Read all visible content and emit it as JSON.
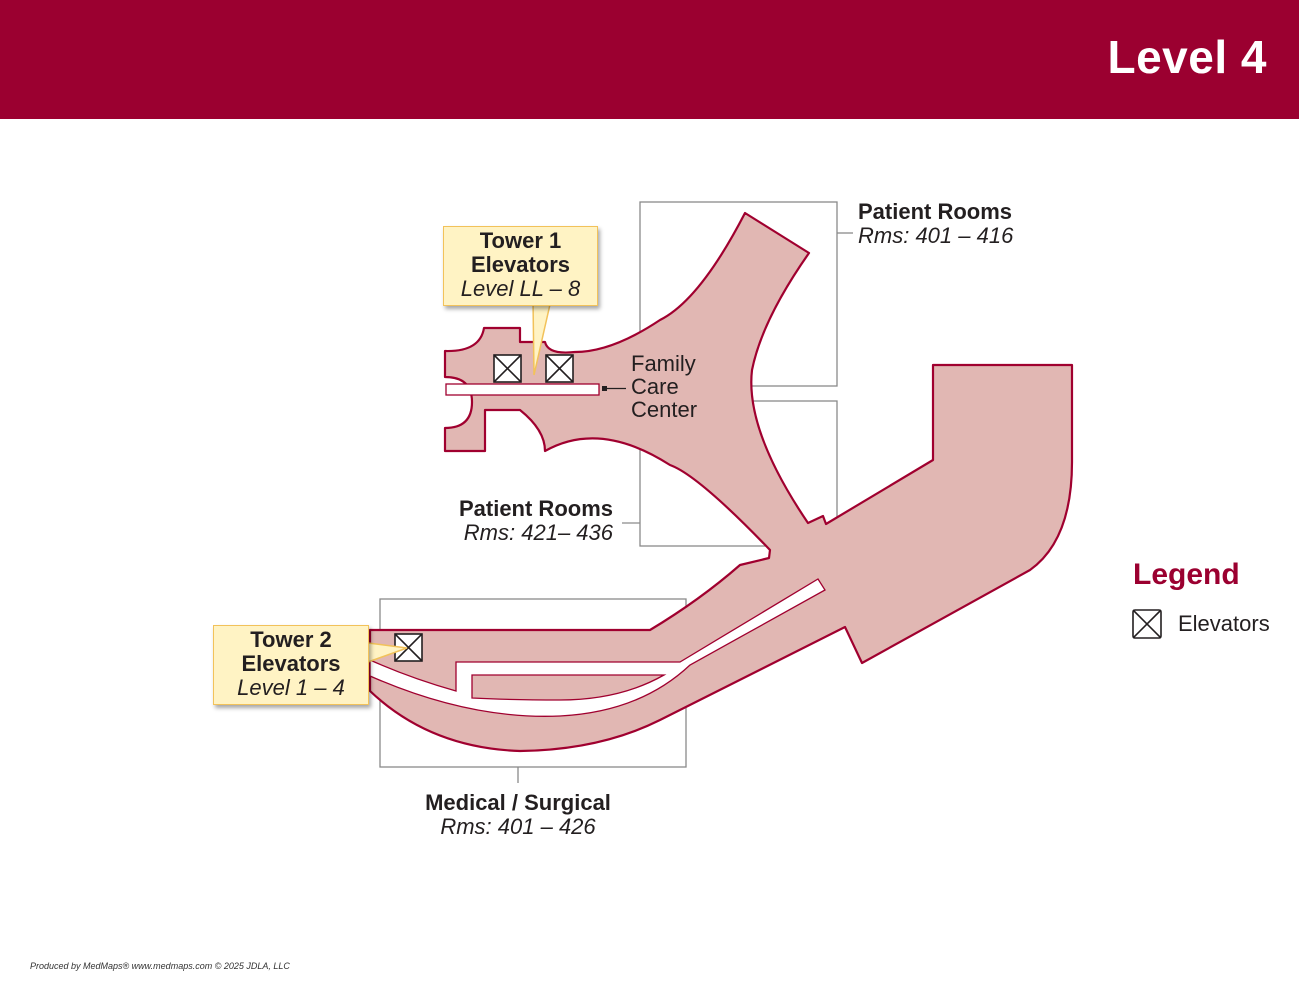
{
  "header": {
    "title": "Level 4",
    "background": "#9b0030"
  },
  "colors": {
    "floor_fill": "#e1b7b3",
    "floor_stroke": "#a0002f",
    "outline": "#8a8a8a",
    "callout_fill": "#fff3c4"
  },
  "labels": {
    "patient_rooms_north": {
      "name": "Patient Rooms",
      "rooms": "Rms: 401 – 416"
    },
    "patient_rooms_south": {
      "name": "Patient Rooms",
      "rooms": "Rms:  421– 436"
    },
    "family_care": {
      "line1": "Family",
      "line2": "Care",
      "line3": "Center"
    },
    "medical_surgical": {
      "name": "Medical / Surgical",
      "rooms": "Rms: 401 – 426"
    }
  },
  "callouts": {
    "tower1": {
      "line1": "Tower 1",
      "line2": "Elevators",
      "line3": "Level LL – 8"
    },
    "tower2": {
      "line1": "Tower 2",
      "line2": "Elevators",
      "line3": "Level 1 – 4"
    }
  },
  "legend": {
    "title": "Legend",
    "items": [
      {
        "icon": "elevator-icon",
        "label": "Elevators"
      }
    ]
  },
  "footer": {
    "credit": "Produced by MedMaps®  www.medmaps.com   © 2025 JDLA, LLC"
  }
}
